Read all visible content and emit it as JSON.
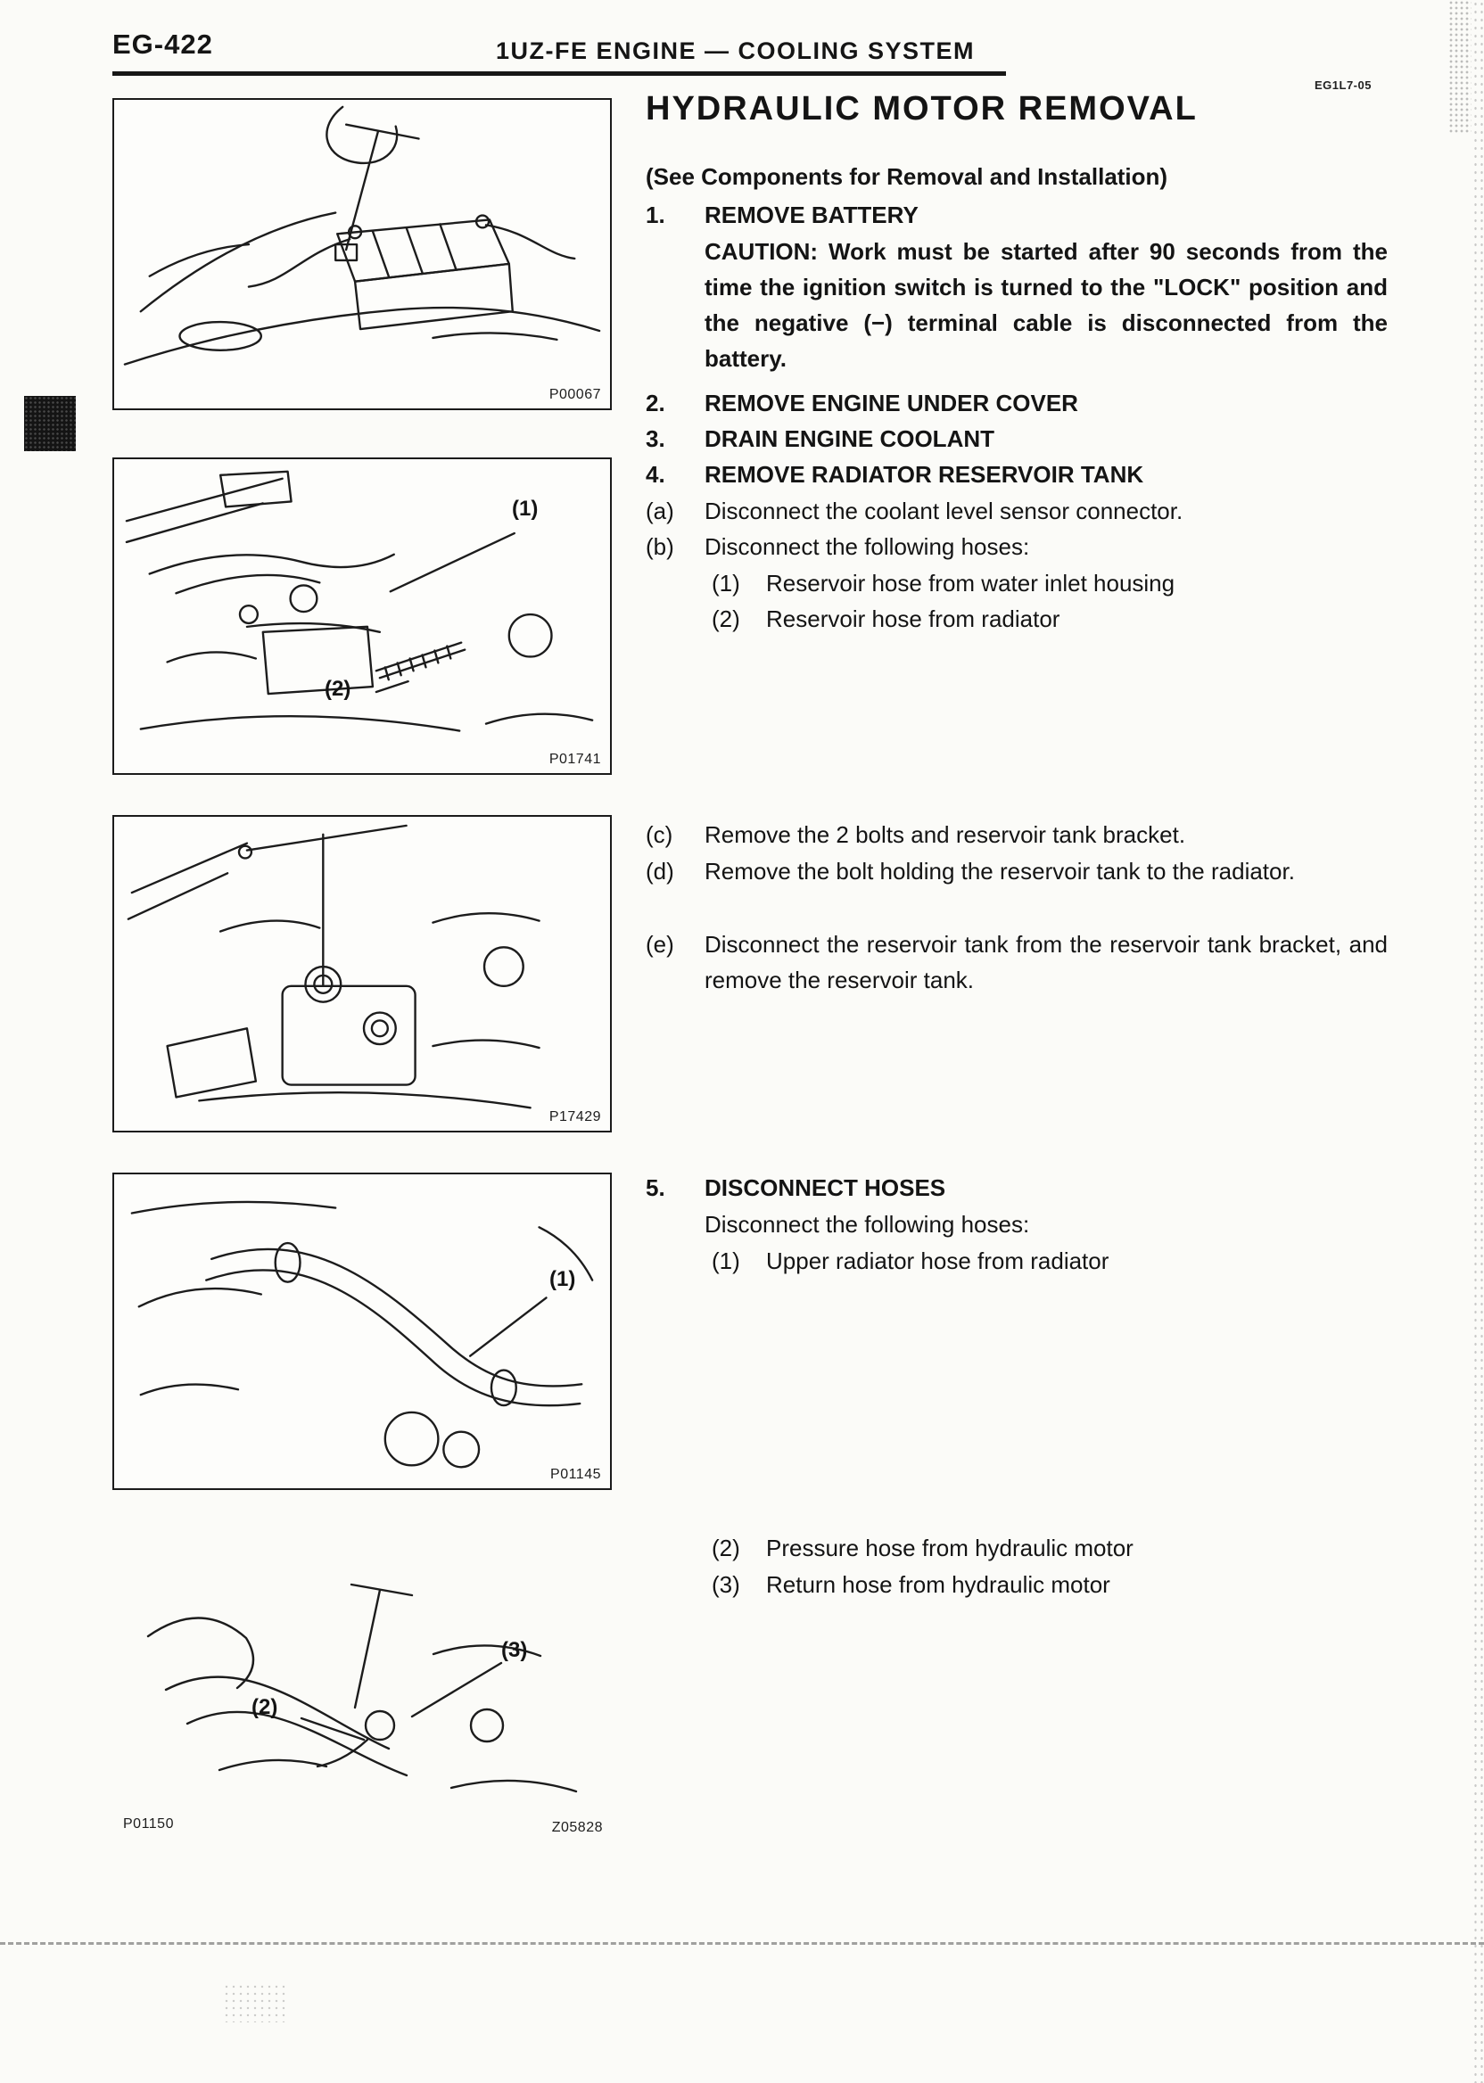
{
  "header": {
    "page_number": "EG-422",
    "section_title": "1UZ-FE ENGINE — COOLING SYSTEM"
  },
  "article": {
    "doc_code": "EG1L7-05",
    "title": "HYDRAULIC MOTOR REMOVAL",
    "subtitle": "(See Components for Removal and Installation)",
    "steps": [
      {
        "num": "1.",
        "title": "REMOVE BATTERY",
        "caution": "CAUTION: Work must be started after 90 seconds from the time the ignition switch is turned to the \"LOCK\" position and the negative (−) terminal cable is disconnected from the battery."
      },
      {
        "num": "2.",
        "title": "REMOVE ENGINE UNDER COVER"
      },
      {
        "num": "3.",
        "title": "DRAIN ENGINE COOLANT"
      },
      {
        "num": "4.",
        "title": "REMOVE RADIATOR RESERVOIR TANK",
        "substeps": [
          {
            "label": "(a)",
            "text": "Disconnect the coolant level sensor connector."
          },
          {
            "label": "(b)",
            "text": "Disconnect the following hoses:"
          },
          {
            "label": "(1)",
            "text": "Reservoir hose from water inlet housing"
          },
          {
            "label": "(2)",
            "text": "Reservoir hose from radiator"
          },
          {
            "label": "(c)",
            "text": "Remove the 2 bolts and reservoir tank bracket."
          },
          {
            "label": "(d)",
            "text": "Remove the bolt holding the reservoir tank to the radiator."
          },
          {
            "label": "(e)",
            "text": "Disconnect the reservoir tank from the reservoir tank bracket, and remove the reservoir tank."
          }
        ]
      },
      {
        "num": "5.",
        "title": "DISCONNECT HOSES",
        "intro": "Disconnect the following hoses:",
        "substeps": [
          {
            "label": "(1)",
            "text": "Upper radiator hose from radiator"
          },
          {
            "label": "(2)",
            "text": "Pressure hose from hydraulic motor"
          },
          {
            "label": "(3)",
            "text": "Return hose from hydraulic motor"
          }
        ]
      }
    ]
  },
  "figures": [
    {
      "name": "battery-removal",
      "code": "P00067"
    },
    {
      "name": "reservoir-hoses",
      "code": "P01741",
      "callouts": [
        {
          "label": "(1)"
        },
        {
          "label": "(2)"
        }
      ]
    },
    {
      "name": "reservoir-tank-removal",
      "code": "P17429"
    },
    {
      "name": "upper-radiator-hose",
      "code": "P01145",
      "callouts": [
        {
          "label": "(1)"
        }
      ]
    },
    {
      "name": "hydraulic-motor-hoses",
      "code_left": "P01150",
      "code_right": "Z05828",
      "callouts": [
        {
          "label": "(2)"
        },
        {
          "label": "(3)"
        }
      ]
    }
  ]
}
